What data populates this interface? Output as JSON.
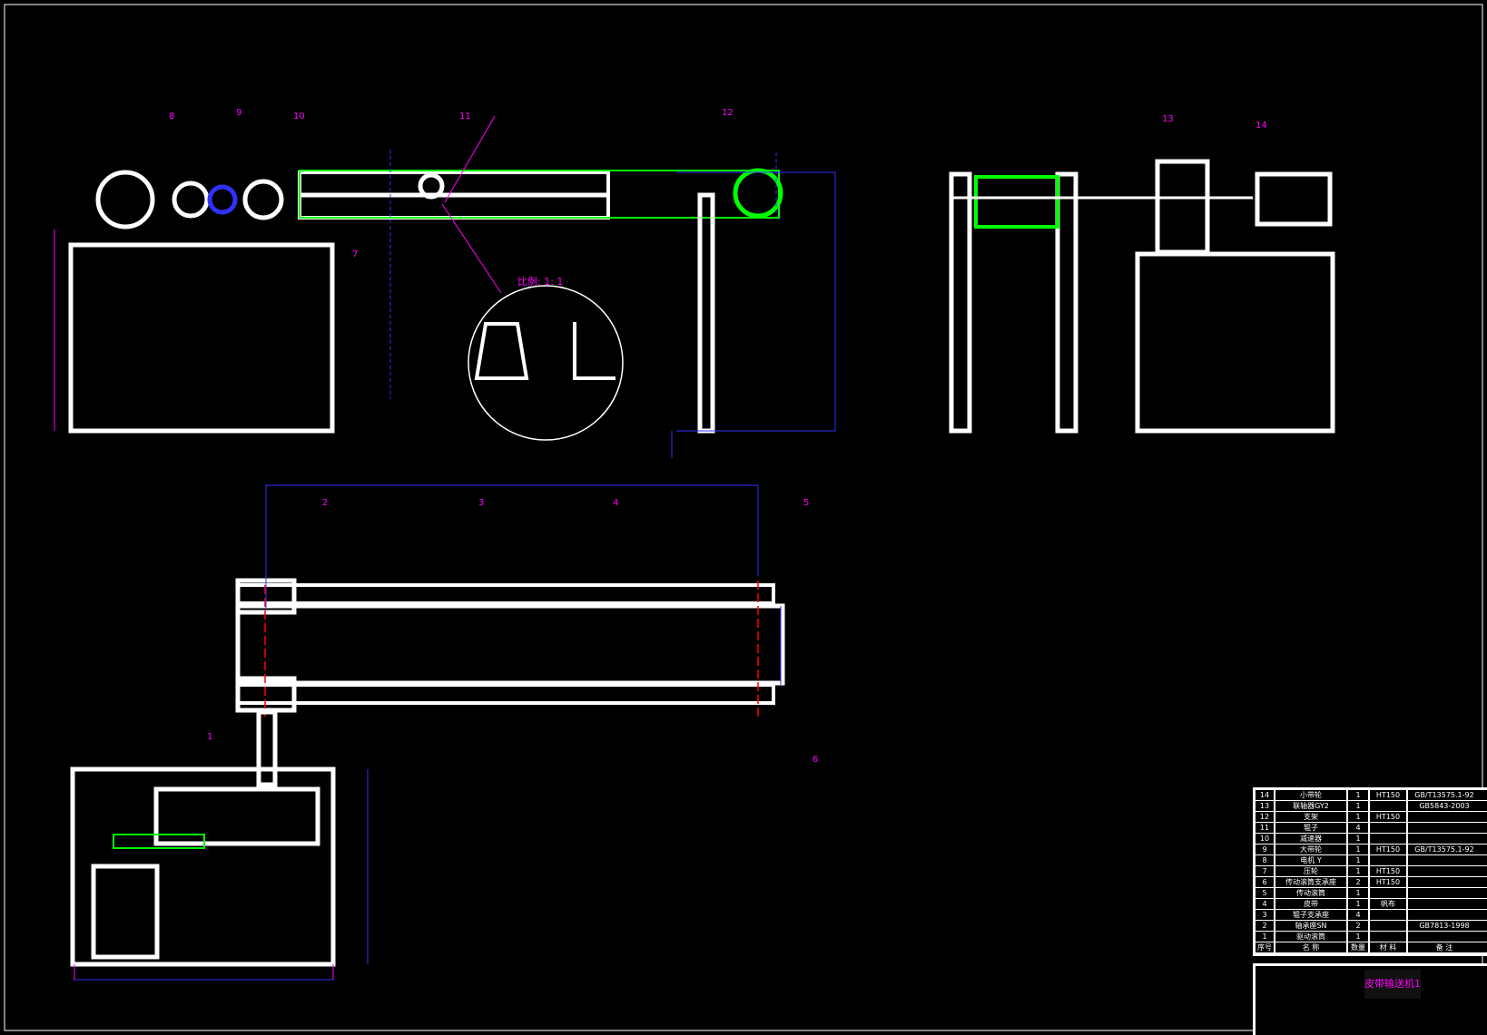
{
  "drawing": {
    "scale_label": "比例: 1: 1",
    "title": "皮带输送机1"
  },
  "callouts": [
    "1",
    "2",
    "3",
    "4",
    "5",
    "6",
    "7",
    "8",
    "9",
    "10",
    "11",
    "12",
    "13",
    "14"
  ],
  "bom": {
    "header": [
      "序号",
      "名 称",
      "数量",
      "材 料",
      "备 注"
    ],
    "rows": [
      [
        "14",
        "小带轮",
        "1",
        "HT150",
        "GB/T13575.1-92"
      ],
      [
        "13",
        "联轴器GY2",
        "1",
        "",
        "GB5843-2003"
      ],
      [
        "12",
        "支架",
        "1",
        "HT150",
        ""
      ],
      [
        "11",
        "辊子",
        "4",
        "",
        ""
      ],
      [
        "10",
        "减速器",
        "1",
        "",
        ""
      ],
      [
        "9",
        "大带轮",
        "1",
        "HT150",
        "GB/T13575.1-92"
      ],
      [
        "8",
        "电机 Y",
        "1",
        "",
        ""
      ],
      [
        "7",
        "压轮",
        "1",
        "HT150",
        ""
      ],
      [
        "6",
        "传动滚筒支承座",
        "2",
        "HT150",
        ""
      ],
      [
        "5",
        "传动滚筒",
        "1",
        "",
        ""
      ],
      [
        "4",
        "皮带",
        "1",
        "帆布",
        ""
      ],
      [
        "3",
        "辊子支承座",
        "4",
        "",
        ""
      ],
      [
        "2",
        "轴承座SN",
        "2",
        "",
        "GB7813-1998"
      ],
      [
        "1",
        "驱动滚筒",
        "1",
        "",
        ""
      ]
    ]
  }
}
